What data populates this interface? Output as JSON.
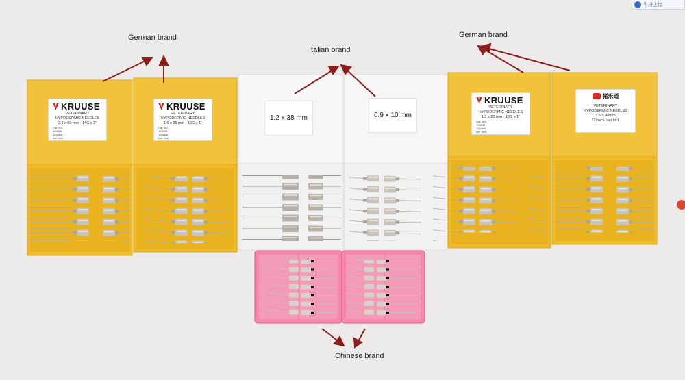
{
  "annotations": {
    "german_brand_left": "German brand",
    "italian_brand": "Italian brand",
    "german_brand_right": "German brand",
    "chinese_brand": "Chinese brand"
  },
  "labels": {
    "kruuse_1": {
      "brand": "KRUUSE",
      "product": "VETERINARY",
      "product2": "HYPODERMIC NEEDLES",
      "size": "2.0 x 50 mm · 14G x 2\"",
      "cat_label": "Cat. No.",
      "cat_no": "120826",
      "pack": "12/pack",
      "luer": "luer lock"
    },
    "kruuse_2": {
      "brand": "KRUUSE",
      "product": "VETERINARY",
      "product2": "HYPODERMIC NEEDLES",
      "size": "1.6 x 25 mm · 16G x 1\"",
      "cat_label": "Cat. No.",
      "cat_no": "120744",
      "pack": "12/pack",
      "luer": "luer lock"
    },
    "kruuse_3": {
      "brand": "KRUUSE",
      "product": "VETERINARY",
      "product2": "HYPODERMIC NEEDLES",
      "size": "1.2 x 25 mm · 18G x 1\"",
      "cat_label": "Cat. No.",
      "cat_no": "120733",
      "pack": "12/pack",
      "luer": "luer lock"
    },
    "chinese_box": {
      "brand": "猪乐道",
      "product": "VETERINARY",
      "product2": "HYPODERMIC NEEDLES",
      "size": "1.6 × 40mm",
      "pack": "12/pack luer lock"
    },
    "italian_1": {
      "size": "1.2 x 38 mm"
    },
    "italian_2": {
      "size": "0.9 x 10 mm"
    }
  },
  "watermark": {
    "text": "牛排上传"
  },
  "colors": {
    "background": "#ecebe9",
    "yellow_box": "#f3c132",
    "yellow_box_dark": "#e2ac1c",
    "clear_box": "#f4f4f4",
    "pink_box": "#f47aa2",
    "arrow": "#8c1e1e",
    "needle_hub": "#b9b4aa"
  }
}
